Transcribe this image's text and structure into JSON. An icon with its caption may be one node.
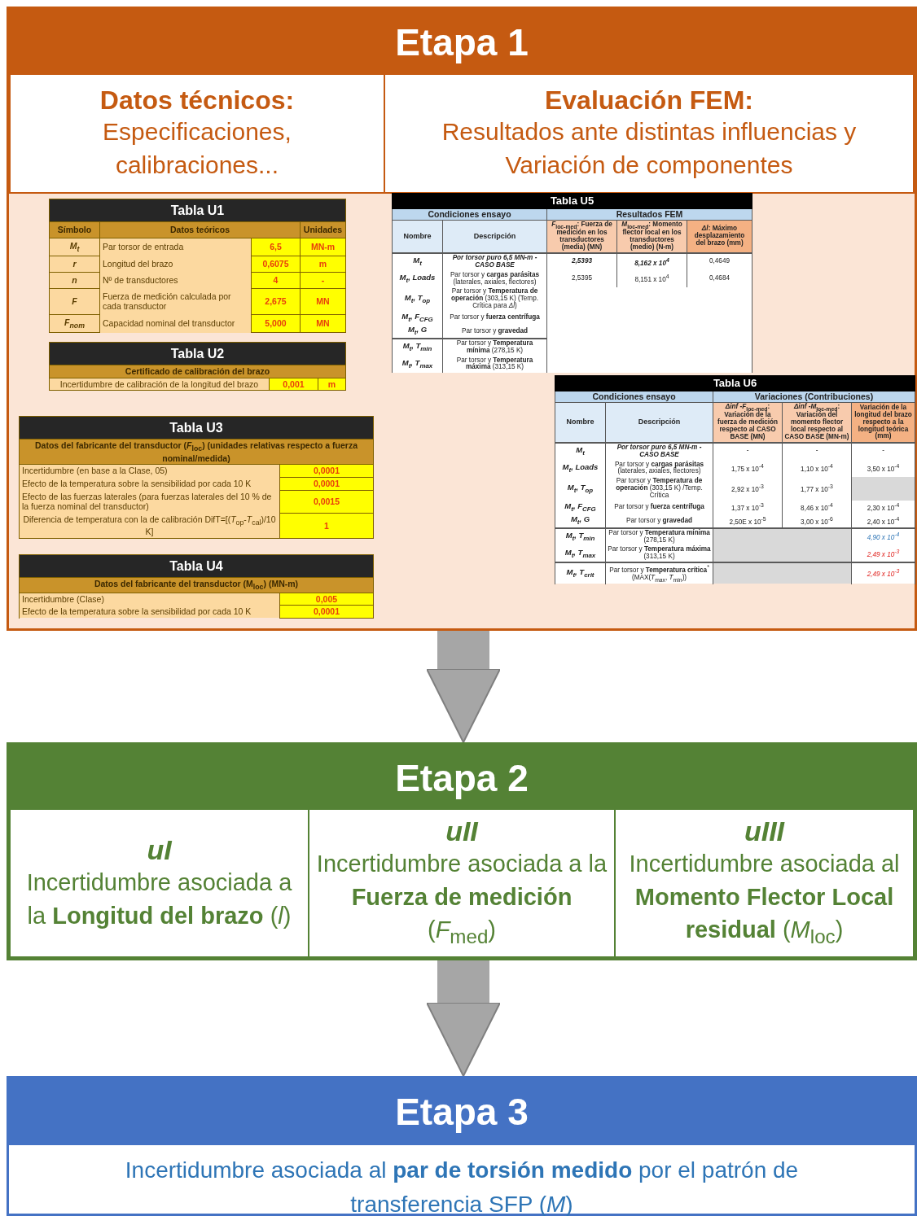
{
  "diagram": {
    "nodes": [
      {
        "text": [
          "Etapa 1"
        ]
      },
      {
        "text": [
          "Datos técnicos:",
          "Especificaciones, calibraciones..."
        ],
        "in": 0
      },
      {
        "text": [
          "Evaluación FEM:",
          "Resultados ante distintas influencias y Variación de componentes"
        ],
        "in": 0
      },
      {
        "text": [
          "Tabla U1",
          "Símbolo",
          "Datos teóricos",
          "Unidades",
          "M$_{t}$",
          "Par torsor de entrada",
          "6,5",
          "MN-m",
          "r",
          "Longitud del brazo",
          "0,6075",
          "m",
          "n",
          "Nº de transductores",
          "4",
          "-",
          "F",
          "Fuerza de medición calculada por cada transductor",
          "2,675",
          "MN",
          "F$_{nom}$",
          "Capacidad nominal del transductor",
          "5,000",
          "MN"
        ],
        "in": 0
      },
      {
        "text": [
          "Tabla U2",
          "Certificado de calibración del brazo",
          "Incertidumbre de calibración de la longitud del brazo",
          "0,001",
          "m"
        ],
        "in": 0
      },
      {
        "text": [
          "Tabla U3",
          "Datos del fabricante del transductor (*F*$_{loc}$) (unidades relativas respecto a fuerza nominal/medida)",
          "Incertidumbre (en base a la Clase, 05)",
          "0,0001",
          "Efecto de la temperatura sobre la sensibilidad por cada 10 K",
          "0,0001",
          "Efecto de las fuerzas laterales (para fuerzas laterales del 10 % de la fuerza nominal del transductor)",
          "0,0015",
          "Diferencia de temperatura con la de calibración DifT=[(*T*$_{op}$-*T*$_{cal}$)/10 K]",
          "1"
        ],
        "in": 0
      },
      {
        "text": [
          "Tabla U4",
          "Datos del fabricante del transductor (M$_{loc}$) (MN-m)",
          "Incertidumbre (Clase)",
          "0,005",
          "Efecto de la temperatura sobre la sensibilidad por cada 10 K",
          "0,0001"
        ],
        "in": 0
      },
      {
        "text": [
          "Tabla U5",
          "Condiciones ensayo",
          "Resultados FEM",
          "Nombre",
          "Descripción",
          "*F*$_{loc-med}$: Fuerza de medición en los transductores (media) (MN)",
          "*M*$_{loc-med}$: Momento flector local en los transductores (medio) (N-m)",
          "*Δl*: Máximo desplazamiento del brazo (mm)",
          "M$_{t}$",
          "Por torsor puro 6,5 MN-m - CASO BASE",
          "2,5393",
          "8,162 x 10$^{4}$",
          "0,4649",
          "M$_{t}$, Loads",
          "Par torsor y **cargas parásitas** (laterales, axiales, flectores)",
          "2,5395",
          "8,151 x 10$^{4}$",
          "0,4684",
          "M$_{t}$, T$_{op}$",
          "Par torsor y **Temperatura de operación** (303,15 K) (Temp. Crítica para *Δl*)",
          "M$_{t}$, F$_{CFG}$",
          "Par torsor y **fuerza centrífuga**",
          "M$_{t}$, G",
          "Par torsor y **gravedad**",
          "M$_{t}$, T$_{min}$",
          "Par torsor y **Temperatura mínima** (278,15 K)",
          "M$_{t}$, T$_{max}$",
          "Par torsor y **Temperatura máxima** (313,15 K)"
        ],
        "in": 0
      },
      {
        "text": [
          "Tabla U6",
          "Condiciones ensayo",
          "Variaciones (Contribuciones)",
          "Nombre",
          "Descripción",
          "*Δinf -F*$_{loc-med}$: Variación de la fuerza de medición respecto al CASO BASE (MN)",
          "*Δinf -M*$_{loc-med}$: Variación del momento flector local respecto al CASO BASE (MN-m)",
          "Variación de la longitud del brazo respecto a la longitud teórica (mm)",
          "M$_{t}$",
          "Por torsor puro 6,5 MN-m - CASO BASE",
          "-",
          "-",
          "-",
          "M$_{t}$, Loads",
          "Par torsor y **cargas parásitas** (laterales, axiales, flectores)",
          "1,75 x 10$^{-4}$",
          "1,10 x 10$^{-4}$",
          "3,50 x 10$^{-4}$",
          "M$_{t}$, T$_{op}$",
          "Par torsor y **Temperatura de operación** (303,15 K) /Temp. Crítica",
          "2,92 x 10$^{-3}$",
          "1,77 x 10$^{-3}$",
          "M$_{t}$, F$_{CFG}$",
          "Par torsor y **fuerza centrífuga**",
          "1,37 x 10$^{-3}$",
          "8,46 x 10$^{-4}$",
          "2,30 x 10$^{-4}$",
          "M$_{t}$, G",
          "Par torsor y **gravedad**",
          "2,50E x 10$^{-5}$",
          "3,00 x 10$^{-6}$",
          "2,40 x 10$^{-4}$",
          "M$_{t}$, T$_{min}$",
          "Par torsor y **Temperatura mínima** (278,15 K)",
          "4,90 x 10$^{-4}$",
          "M$_{t}$, T$_{max}$",
          "Par torsor y **Temperatura máxima** (313,15 K)",
          "2,49 x 10$^{-3}$",
          "M$_{t}$, T$_{crit}$",
          "Par torsor y **Temperatura crítica**$^{*}$ (MAX(*T*$_{max}$, *T*$_{min}$))",
          "2,49 x 10$^{-3}$"
        ],
        "in": 0
      },
      {
        "text": [
          "Etapa 2"
        ]
      },
      {
        "text": [
          "uI",
          "Incertidumbre asociada a la **Longitud del brazo** (*l*)"
        ],
        "in": 9
      },
      {
        "text": [
          "uII",
          "Incertidumbre asociada a la **Fuerza de medición** (*F*$_{med}$)"
        ],
        "in": 9
      },
      {
        "text": [
          "uIII",
          "Incertidumbre asociada al **Momento Flector Local residual** (*M*$_{loc}$)"
        ],
        "in": 9
      },
      {
        "text": [
          "Etapa 3",
          "Incertidumbre asociada al **par de torsión medido** por el patrón de transferencia SFP (*M*)"
        ]
      }
    ],
    "edges": [
      {
        "from": 0,
        "to": 9,
        "arrow": "to"
      },
      {
        "from": 9,
        "to": 13,
        "arrow": "to"
      }
    ]
  }
}
